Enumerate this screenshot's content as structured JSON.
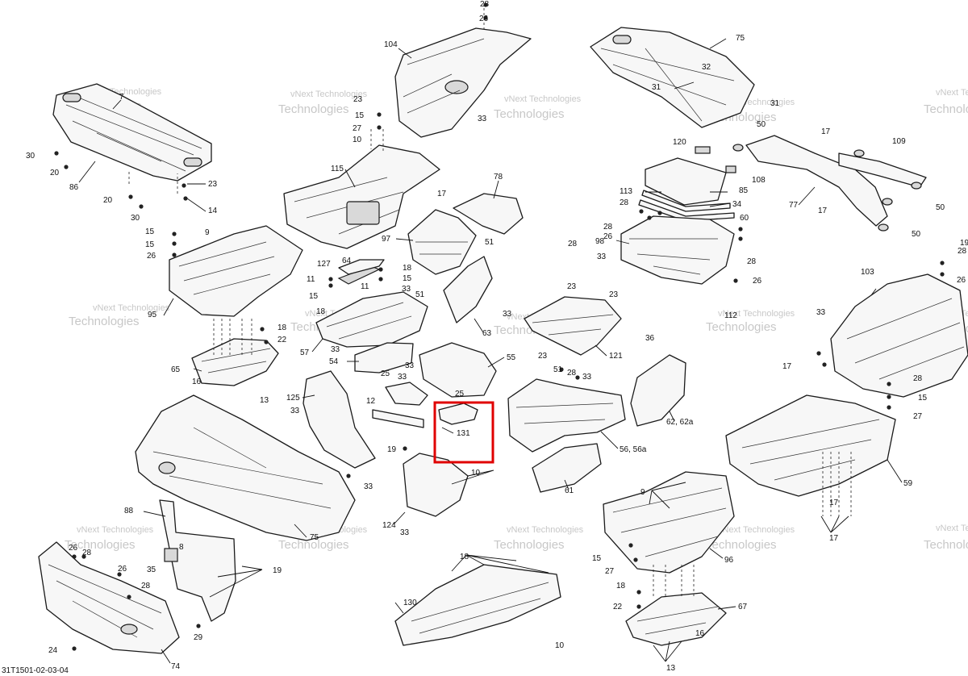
{
  "drawing_number": "31T1501-02-03-04",
  "watermark": {
    "line1": "vNext Technologies",
    "line2": "Technologies"
  },
  "highlight": {
    "color": "#e00000",
    "part": "131"
  },
  "callouts": [
    "28",
    "26",
    "104",
    "75",
    "7",
    "31",
    "32",
    "23",
    "15",
    "27",
    "33",
    "10",
    "30",
    "20",
    "86",
    "31",
    "50",
    "120",
    "17",
    "109",
    "115",
    "78",
    "113",
    "108",
    "85",
    "28",
    "34",
    "23",
    "14",
    "20",
    "30",
    "97",
    "17",
    "77",
    "17",
    "28",
    "26",
    "60",
    "50",
    "9",
    "98",
    "51",
    "15",
    "26",
    "33",
    "28",
    "28",
    "15",
    "26",
    "127",
    "64",
    "18",
    "15",
    "11",
    "11",
    "33",
    "51",
    "15",
    "18",
    "23",
    "23",
    "95",
    "18",
    "22",
    "57",
    "33",
    "63",
    "33",
    "112",
    "103",
    "26",
    "28",
    "54",
    "33",
    "33",
    "55",
    "23",
    "28",
    "17",
    "28",
    "36",
    "121",
    "65",
    "16",
    "13",
    "25",
    "25",
    "51",
    "33",
    "33",
    "10",
    "15",
    "125",
    "12",
    "131",
    "62, 62a",
    "27",
    "33",
    "19",
    "56, 56a",
    "33",
    "88",
    "124",
    "33",
    "75",
    "61",
    "59",
    "9",
    "26",
    "28",
    "8",
    "26",
    "35",
    "19",
    "28",
    "17",
    "96",
    "15",
    "27",
    "74",
    "24",
    "29",
    "18",
    "130",
    "17",
    "18",
    "22",
    "67",
    "16",
    "10",
    "13",
    "50",
    "19"
  ]
}
